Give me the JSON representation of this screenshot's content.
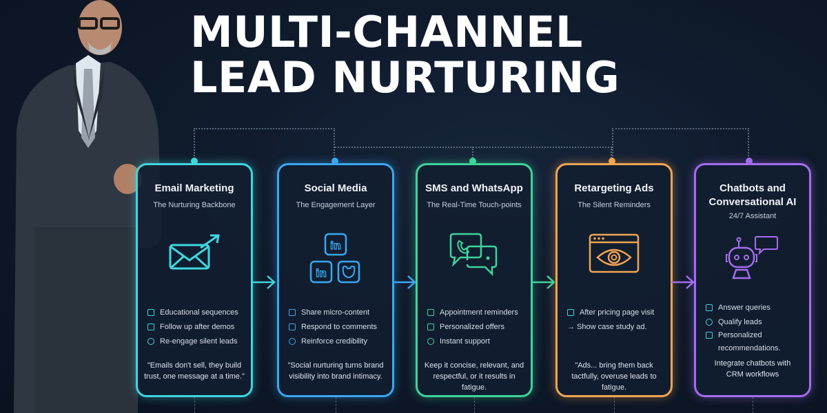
{
  "title": {
    "line1": "MULTI-CHANNEL",
    "line2": "LEAD NURTURING"
  },
  "colors": {
    "email": "#3fd6e0",
    "social": "#3aa8f2",
    "sms": "#3fd49a",
    "ads": "#f3a451",
    "chatbot": "#a66cf0",
    "background": "#0f1a2b"
  },
  "cards": [
    {
      "title": "Email Marketing",
      "subtitle": "The Nurturing Backbone",
      "icon": "envelope-arrow-icon",
      "items": [
        "Educational sequences",
        "Follow up after demos",
        "Re-engage silent leads"
      ],
      "quote": "\"Emails don't sell, they build trust, one message at a time.\""
    },
    {
      "title": "Social Media",
      "subtitle": "The Engagement Layer",
      "icon": "social-linkedin-icon",
      "items": [
        "Share micro-content",
        "Respond to comments",
        "Reinforce credibility"
      ],
      "quote": "\"Social nurturing turns brand visibility into brand intimacy."
    },
    {
      "title": "SMS and WhatsApp",
      "subtitle": "The Real-Time Touch-points",
      "icon": "chat-phone-icon",
      "items": [
        "Appointment reminders",
        "Personalized offers",
        "Instant support"
      ],
      "quote": "Keep it concise, relevant, and respectful, or it results in fatigue."
    },
    {
      "title": "Retargeting Ads",
      "subtitle": "The Silent Reminders",
      "icon": "browser-eye-icon",
      "items": [
        "After pricing page visit",
        "→ Show case study ad."
      ],
      "quote": "\"Ads... bring them back tactfully, overuse leads to fatigue."
    },
    {
      "title": "Chatbots and Conversational AI",
      "subtitle": "24/7 Assistant",
      "icon": "robot-chat-icon",
      "items": [
        "Answer queries",
        "Qualify leads",
        "Personalized recommendations."
      ],
      "quote": "Integrate chatbots with CRM workflows"
    }
  ]
}
